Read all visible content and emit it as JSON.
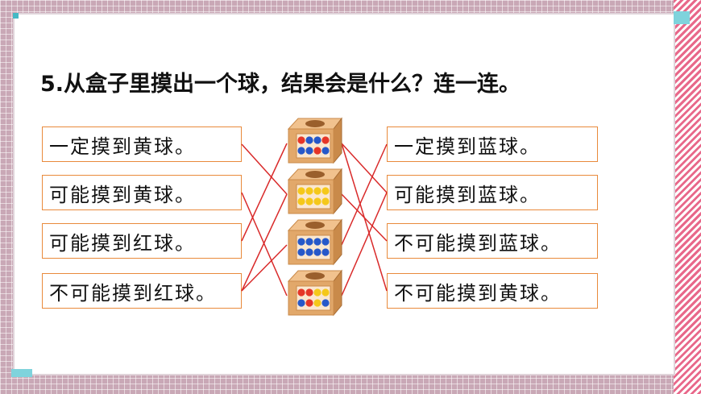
{
  "question": "5.从盒子里摸出一个球，结果会是什么？连一连。",
  "left_options": [
    "一定摸到黄球。",
    "可能摸到黄球。",
    "可能摸到红球。",
    "不可能摸到红球。"
  ],
  "right_options": [
    "一定摸到蓝球。",
    "可能摸到蓝球。",
    "不可能摸到蓝球。",
    "不可能摸到黄球。"
  ],
  "boxes": [
    {
      "name": "box-1",
      "balls": [
        "red",
        "blue",
        "blue",
        "red",
        "blue",
        "blue",
        "red",
        "blue"
      ]
    },
    {
      "name": "box-2",
      "balls": [
        "yellow",
        "yellow",
        "yellow",
        "yellow",
        "yellow",
        "yellow",
        "yellow",
        "yellow"
      ]
    },
    {
      "name": "box-3",
      "balls": [
        "blue",
        "blue",
        "blue",
        "blue",
        "blue",
        "blue",
        "blue",
        "blue"
      ]
    },
    {
      "name": "box-4",
      "balls": [
        "red",
        "red",
        "yellow",
        "yellow",
        "blue",
        "red",
        "yellow",
        "blue"
      ]
    }
  ],
  "connections": [
    {
      "from": "left-1",
      "to": "box-2"
    },
    {
      "from": "left-2",
      "to": "box-4"
    },
    {
      "from": "left-3",
      "to": "box-1"
    },
    {
      "from": "left-4",
      "to": "box-2"
    },
    {
      "from": "left-4",
      "to": "box-3"
    },
    {
      "from": "box-1",
      "to": "right-2"
    },
    {
      "from": "box-1",
      "to": "right-4"
    },
    {
      "from": "box-2",
      "to": "right-3"
    },
    {
      "from": "box-3",
      "to": "right-1"
    },
    {
      "from": "box-4",
      "to": "right-2"
    }
  ],
  "colors": {
    "line": "#d92a2a",
    "border": "#e98a3b",
    "box": "#e2a86a"
  }
}
